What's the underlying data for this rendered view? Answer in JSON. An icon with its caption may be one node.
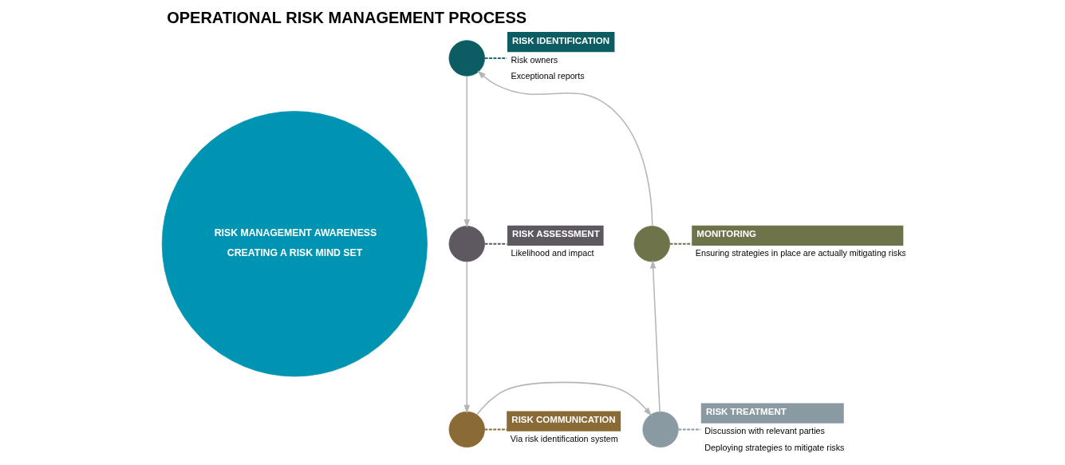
{
  "diagram": {
    "title": "OPERATIONAL RISK MANAGEMENT PROCESS",
    "nodes": [
      {
        "text": [
          "RISK MANAGEMENT AWARENESS",
          "CREATING A RISK MIND SET"
        ]
      },
      {
        "text": [],
        "shape": "circle"
      },
      {
        "text": [],
        "shape": "circle"
      },
      {
        "text": [],
        "shape": "circle"
      },
      {
        "text": [],
        "shape": "circle"
      },
      {
        "text": [],
        "shape": "circle"
      },
      {
        "text": [
          "RISK IDENTIFICATION",
          "Risk owners",
          "Exceptional reports"
        ]
      },
      {
        "text": [
          "RISK ASSESSMENT",
          "Likelihood and impact"
        ]
      },
      {
        "text": [
          "RISK COMMUNICATION",
          "Via risk identification system"
        ]
      },
      {
        "text": [
          "RISK TREATMENT",
          "Discussion with relevant parties",
          "Deploying strategies to mitigate risks"
        ]
      },
      {
        "text": [
          "MONITORING",
          "Ensuring strategies in place are actually mitigating risks"
        ]
      }
    ],
    "edges": [
      {
        "from": 1,
        "to": 2,
        "arrow": "to",
        "color": "#b5b5b5"
      },
      {
        "from": 2,
        "to": 3,
        "arrow": "to",
        "color": "#b5b5b5"
      },
      {
        "from": 3,
        "to": 4,
        "arrow": "to",
        "color": "#b5b5b5"
      },
      {
        "from": 4,
        "to": 5,
        "arrow": "to",
        "color": "#b5b5b5"
      },
      {
        "from": 5,
        "to": 1,
        "arrow": "to",
        "color": "#b5b5b5"
      },
      {
        "from": 1,
        "to": 6,
        "arrow": "none",
        "style": "dashed",
        "color": "#1b6b70"
      },
      {
        "from": 2,
        "to": 7,
        "arrow": "none",
        "style": "dashed",
        "color": "#5e5860"
      },
      {
        "from": 3,
        "to": 8,
        "arrow": "none",
        "style": "dashed",
        "color": "#8a6a35"
      },
      {
        "from": 4,
        "to": 9,
        "arrow": "none",
        "style": "dashed",
        "color": "#8a9aa3"
      },
      {
        "from": 5,
        "to": 10,
        "arrow": "none",
        "style": "dashed",
        "color": "#6e7349"
      }
    ]
  }
}
